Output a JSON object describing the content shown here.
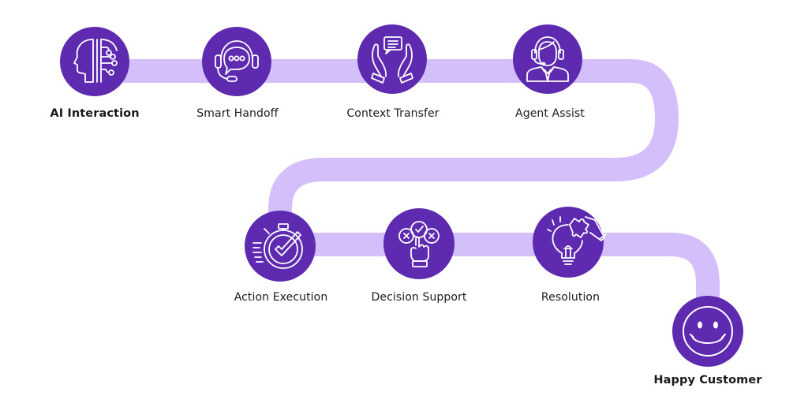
{
  "colors": {
    "path": "#D4BFFB",
    "node": "#5E2BB0",
    "icon": "#FFFFFF",
    "label": "#1A1A1A"
  },
  "steps": [
    {
      "label": "AI Interaction",
      "icon": "ai-head-circuit-icon",
      "emphasis": true
    },
    {
      "label": "Smart Handoff",
      "icon": "headset-chat-icon",
      "emphasis": false
    },
    {
      "label": "Context Transfer",
      "icon": "hands-message-icon",
      "emphasis": false
    },
    {
      "label": "Agent Assist",
      "icon": "support-agent-icon",
      "emphasis": false
    },
    {
      "label": "Action Execution",
      "icon": "stopwatch-check-icon",
      "emphasis": false
    },
    {
      "label": "Decision Support",
      "icon": "choice-pointer-icon",
      "emphasis": false
    },
    {
      "label": "Resolution",
      "icon": "bulb-puzzle-icon",
      "emphasis": false
    },
    {
      "label": "Happy Customer",
      "icon": "smiley-face-icon",
      "emphasis": true
    }
  ]
}
